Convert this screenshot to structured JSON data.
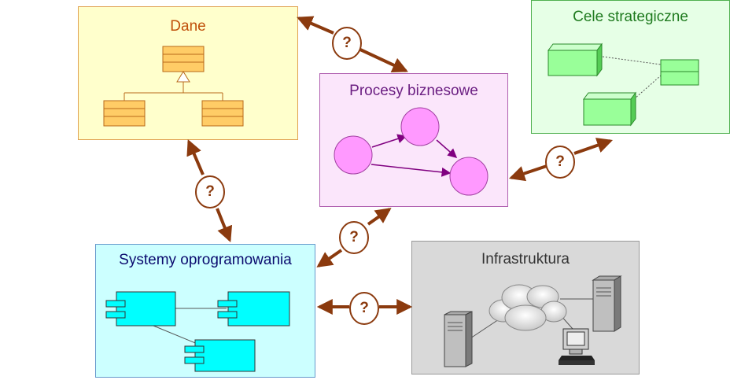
{
  "colors": {
    "arrow": "#8b3a0e",
    "dane_title": "#c0500a",
    "procesy_title": "#6b1f82",
    "cele_title": "#1e7a1e",
    "systemy_title": "#0a0a6e",
    "infra_title": "#333333"
  },
  "boxes": {
    "dane": {
      "title": "Dane"
    },
    "procesy": {
      "title": "Procesy biznesowe"
    },
    "cele": {
      "title": "Cele strategiczne"
    },
    "systemy": {
      "title": "Systemy oprogramowania"
    },
    "infrastruktura": {
      "title": "Infrastruktura"
    }
  },
  "connections": [
    {
      "id": "dane-procesy",
      "label": "?"
    },
    {
      "id": "procesy-cele",
      "label": "?"
    },
    {
      "id": "dane-systemy",
      "label": "?"
    },
    {
      "id": "systemy-procesy",
      "label": "?"
    },
    {
      "id": "systemy-infrastruktura",
      "label": "?"
    }
  ],
  "icons": {
    "dane": "uml-class-diagram-icon",
    "procesy": "process-flow-icon",
    "cele": "goal-blocks-icon",
    "systemy": "component-diagram-icon",
    "infrastruktura": "network-servers-icon"
  }
}
